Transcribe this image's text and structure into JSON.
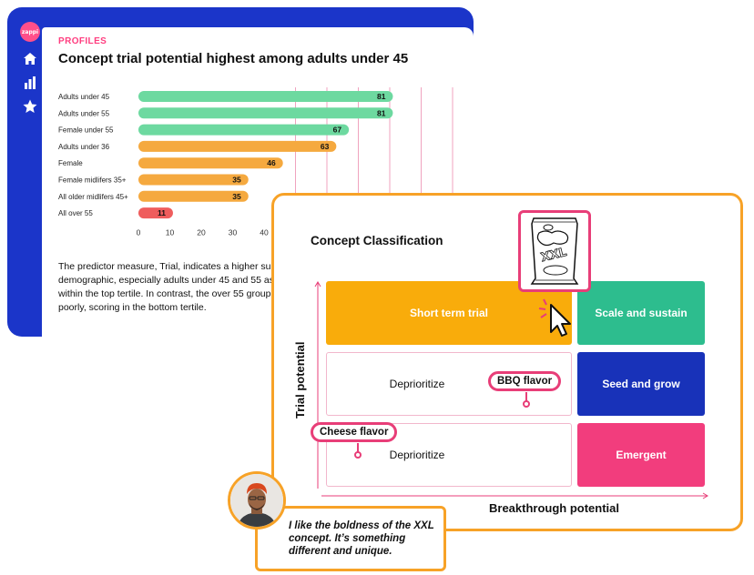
{
  "back_card": {
    "brand": "zappi",
    "section_label": "PROFILES",
    "title": "Concept trial potential highest among adults under 45",
    "description": "The predictor measure, Trial, indicates a higher suc demographic, especially adults under 45 and 55 as within the top tertile. In contrast, the over 55 group poorly, scoring in the bottom tertile.",
    "description_lines": [
      "The predictor measure, Trial, indicates a higher suc",
      "demographic, especially adults under 45 and 55 as",
      "within the top tertile. In contrast, the over 55 group",
      "poorly, scoring in the bottom tertile."
    ],
    "nav_icons": [
      "home-icon",
      "bar-chart-icon",
      "star-icon"
    ]
  },
  "chart_data": {
    "type": "bar",
    "orientation": "horizontal",
    "categories": [
      "Adults under 45",
      "Adults under 55",
      "Female under 55",
      "Adults under 36",
      "Female",
      "Female midlifers 35+",
      "All older midlifers 45+",
      "All over 55"
    ],
    "values": [
      81,
      81,
      67,
      63,
      46,
      35,
      35,
      11
    ],
    "colors": [
      "#6dd9a0",
      "#6dd9a0",
      "#6dd9a0",
      "#f5a93f",
      "#f5a93f",
      "#f5a93f",
      "#f5a93f",
      "#ef5d5d"
    ],
    "x_ticks": [
      0,
      10,
      20,
      30,
      40
    ],
    "xlim": [
      0,
      100
    ],
    "grid": true,
    "title": "",
    "xlabel": "",
    "ylabel": ""
  },
  "front_card": {
    "title": "Concept Classification",
    "y_axis_label": "Trial potential",
    "x_axis_label": "Breakthrough potential",
    "cells": {
      "short_term_trial": "Short term trial",
      "scale_and_sustain": "Scale and sustain",
      "deprioritize_mid": "Deprioritize",
      "seed_and_grow": "Seed and grow",
      "deprioritize_low": "Deprioritize",
      "emergent": "Emergent"
    },
    "flavors": {
      "bbq": "BBQ flavor",
      "cheese": "Cheese flavor"
    },
    "product_label": "XXL",
    "colors": {
      "short_term_trial": "#f9ac0b",
      "scale_and_sustain": "#2dbd8e",
      "seed_and_grow": "#1832b9",
      "emergent": "#f23d7d"
    }
  },
  "quote": {
    "text": "I like the boldness of the XXL concept. It’s something different and unique."
  }
}
